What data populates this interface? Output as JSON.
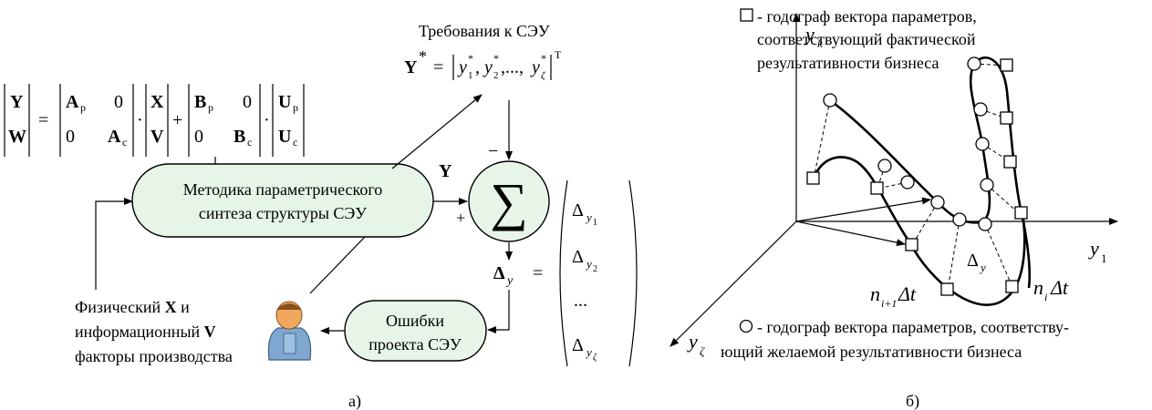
{
  "left_panel": {
    "requirements_label": "Требования к СЭУ",
    "requirements_formula": {
      "lhs": "Y",
      "lhs_sup": "*",
      "eq": "=",
      "items": [
        "y",
        "y",
        "y"
      ],
      "subs": [
        "1",
        "2",
        "ζ"
      ],
      "sep": ",",
      "ellipsis": ",...,",
      "transpose": "T"
    },
    "matrix_eq": {
      "left_vec": [
        "Y",
        "W"
      ],
      "eq": "=",
      "A": [
        [
          "A",
          "p",
          "0",
          ""
        ],
        [
          "0",
          "",
          "A",
          "c"
        ]
      ],
      "dot": "·",
      "XV": [
        "X",
        "V"
      ],
      "plus": "+",
      "B": [
        [
          "B",
          "p",
          "0",
          ""
        ],
        [
          "0",
          "",
          "B",
          "c"
        ]
      ],
      "U": [
        [
          "U",
          "p"
        ],
        [
          "U",
          "c"
        ]
      ]
    },
    "method_box": [
      "Методика параметрического",
      "синтеза структуры СЭУ"
    ],
    "y_label": "Y",
    "minus": "−",
    "plus": "+",
    "sum_symbol": "∑",
    "delta_label": {
      "sym": "Δ",
      "sub": "y",
      "eq": "="
    },
    "delta_vector": [
      {
        "sym": "Δ",
        "sub": "y",
        "subsub": "1"
      },
      {
        "sym": "Δ",
        "sub": "y",
        "subsub": "2"
      },
      {
        "sym": "...",
        "sub": "",
        "subsub": ""
      },
      {
        "sym": "Δ",
        "sub": "y",
        "subsub": "ζ"
      }
    ],
    "errors_box": [
      "Ошибки",
      "проекта СЭУ"
    ],
    "factors": [
      {
        "text": "Физический ",
        "bold": "X",
        "tail": " и"
      },
      {
        "text": "информационный ",
        "bold": "V",
        "tail": ""
      },
      {
        "text": "факторы производства",
        "bold": "",
        "tail": ""
      }
    ],
    "caption": "а)"
  },
  "right_panel": {
    "legend_square": [
      "- годограф вектора параметров,",
      "соответствующий фактической",
      "результативности бизнеса"
    ],
    "legend_circle": [
      "- годограф вектора параметров, соответству-",
      "ющий желаемой результативности бизнеса"
    ],
    "axis_yk": {
      "base": "y",
      "sub": "k"
    },
    "axis_y1": {
      "base": "y",
      "sub": "1"
    },
    "axis_yz": {
      "base": "y",
      "sub": "ζ"
    },
    "delta_y": {
      "base": "Δ",
      "sub": "y"
    },
    "n_i1": {
      "base": "n",
      "sub": "i+1",
      "tail": "Δt"
    },
    "n_i": {
      "base": "n",
      "sub": "i",
      "tail": "Δt"
    },
    "caption": "б)"
  },
  "colors": {
    "box_fill": "#e6f5e8",
    "person_head": "#f0a860",
    "person_body": "#7fa7cf"
  }
}
